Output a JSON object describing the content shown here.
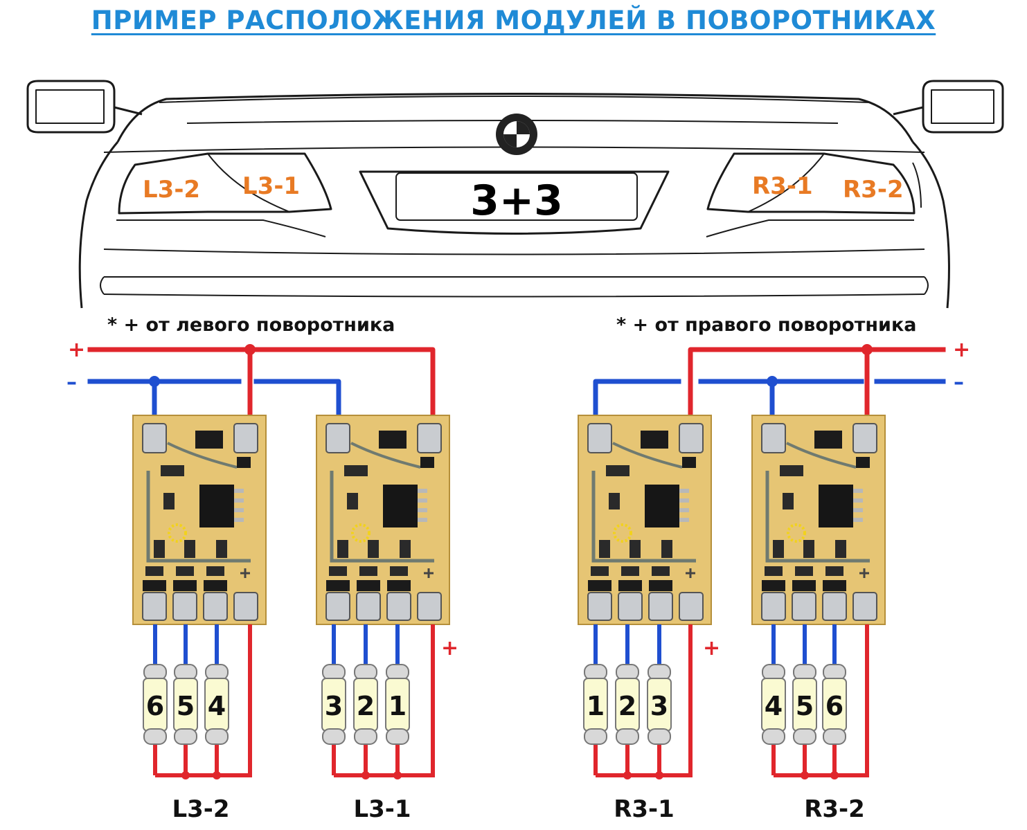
{
  "title": "ПРИМЕР РАСПОЛОЖЕНИЯ МОДУЛЕЙ В ПОВОРОТНИКАХ",
  "car": {
    "left_lamps": [
      "L3-2",
      "L3-1"
    ],
    "right_lamps": [
      "R3-1",
      "R3-2"
    ],
    "plate": "3+3"
  },
  "notes": {
    "left": "* + от левого поворотника",
    "right": "* + от правого поворотника"
  },
  "bus_signs": {
    "plus": "+",
    "minus": "–"
  },
  "modules": [
    {
      "label": "L3-2",
      "lamps": [
        "6",
        "5",
        "4"
      ]
    },
    {
      "label": "L3-1",
      "lamps": [
        "3",
        "2",
        "1"
      ]
    },
    {
      "label": "R3-1",
      "lamps": [
        "1",
        "2",
        "3"
      ]
    },
    {
      "label": "R3-2",
      "lamps": [
        "4",
        "5",
        "6"
      ]
    }
  ],
  "colors": {
    "title": "#1f8ad6",
    "lamp_label": "#e87a24",
    "wire_plus": "#e0262c",
    "wire_minus": "#1f4fd0",
    "pcb": "#e8c877"
  }
}
